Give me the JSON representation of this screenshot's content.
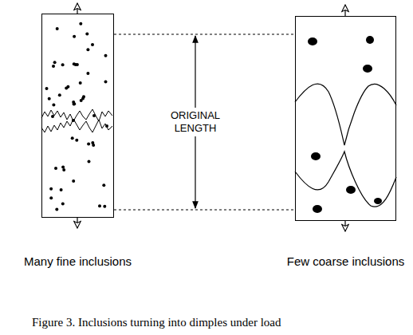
{
  "diagram": {
    "caption": "Figure 3. Inclusions turning into dimples under load",
    "nodes": [
      {
        "text": [
          "Many fine inclusions"
        ]
      },
      {
        "text": [
          "Few coarse inclusions"
        ]
      }
    ],
    "labels": [
      "ORIGINAL LENGTH"
    ]
  }
}
